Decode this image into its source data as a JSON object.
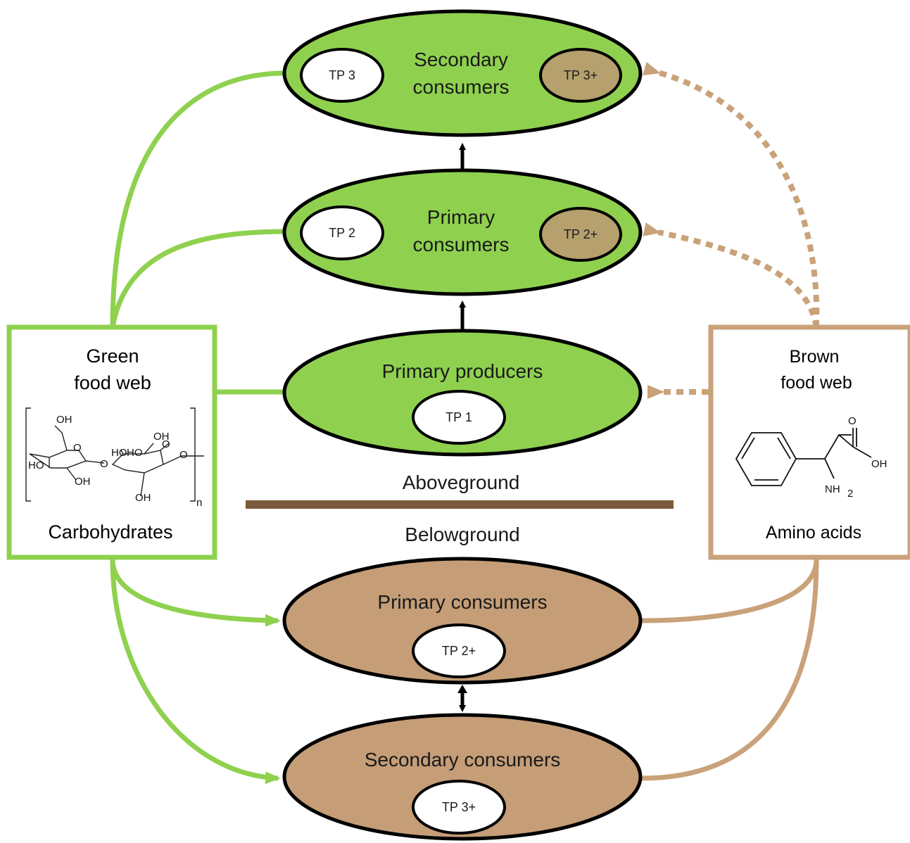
{
  "colors": {
    "green": "#8fd14f",
    "green_line": "#8fd14f",
    "brown_fill": "#c59d77",
    "brown_line": "#c9a27a",
    "brown_tag": "#b5a06e",
    "ground": "#7a5a3a",
    "black": "#000000"
  },
  "aboveground": {
    "secondary": {
      "line1": "Secondary",
      "line2": "consumers",
      "tp_left": "TP 3",
      "tp_right": "TP 3+"
    },
    "primary": {
      "line1": "Primary",
      "line2": "consumers",
      "tp_left": "TP 2",
      "tp_right": "TP 2+"
    },
    "producers": {
      "title": "Primary producers",
      "tp": "TP 1"
    }
  },
  "divider": {
    "above": "Aboveground",
    "below": "Belowground"
  },
  "belowground": {
    "primary": {
      "title": "Primary consumers",
      "tp": "TP 2+"
    },
    "secondary": {
      "title": "Secondary consumers",
      "tp": "TP 3+"
    }
  },
  "green_web": {
    "line1": "Green",
    "line2": "food web",
    "caption": "Carbohydrates",
    "icon": "cellulose-structure-icon",
    "atoms": {
      "oh": "OH",
      "ho": "HO",
      "o": "O",
      "n": "n"
    }
  },
  "brown_web": {
    "line1": "Brown",
    "line2": "food web",
    "caption": "Amino acids",
    "icon": "phenylalanine-structure-icon",
    "atoms": {
      "o": "O",
      "oh": "OH",
      "nh": "NH",
      "sub2": "2"
    }
  }
}
